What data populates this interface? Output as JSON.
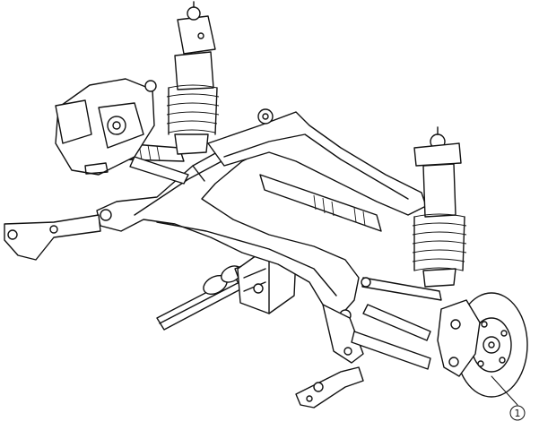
{
  "diagram": {
    "callouts": [
      {
        "id": "callout-1",
        "label": "1",
        "target": "rear-wheel-hub"
      }
    ],
    "colors": {
      "line": "#111111",
      "background": "#ffffff"
    }
  }
}
